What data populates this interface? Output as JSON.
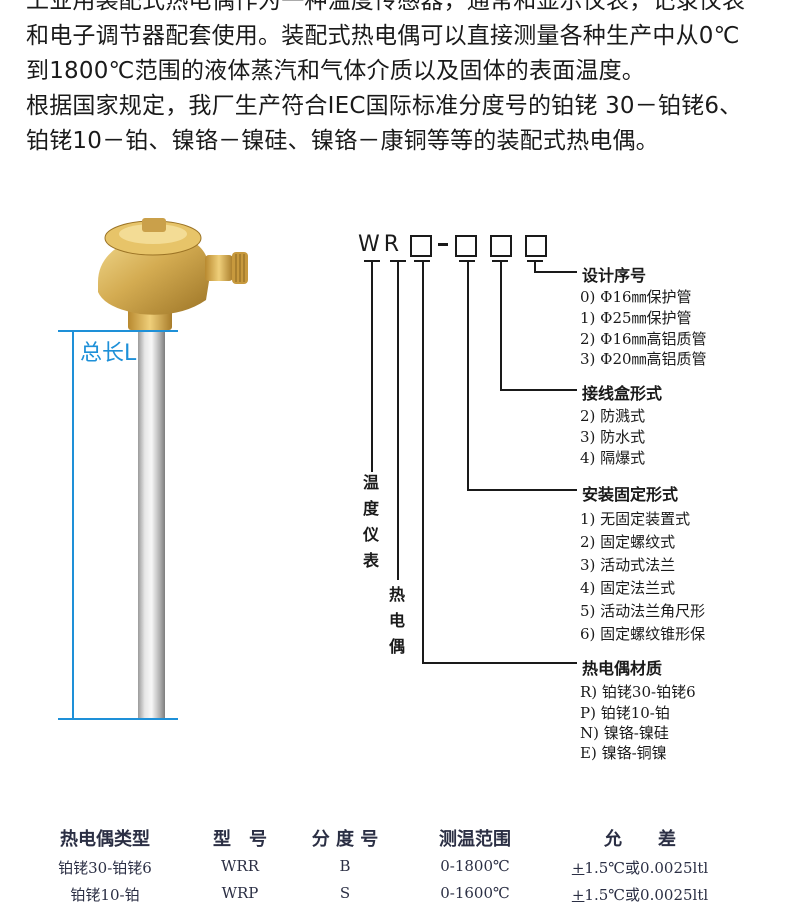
{
  "intro": {
    "line1": "工业用装配式热电偶作为一种温度传感器，通常和显示仪表，记录仪表",
    "line2": "和电子调节器配套使用。装配式热电偶可以直接测量各种生产中从0℃",
    "line3": "到1800℃范围的液体蒸汽和气体介质以及固体的表面温度。",
    "line4": "根据国家规定，我厂生产符合IEC国际标准分度号的铂铑 30－铂铑6、",
    "line5": "铂铑10－铂、镍铬－镍硅、镍铬－康铜等等的装配式热电偶。"
  },
  "diagram": {
    "length_label": "总长L",
    "code_prefix": "WR",
    "labels": {
      "instrument": [
        "温",
        "度",
        "仪",
        "表"
      ],
      "thermocouple": [
        "热",
        "电",
        "偶"
      ]
    },
    "sections": {
      "design": {
        "title": "设计序号",
        "items": [
          "0) Φ16㎜保护管",
          "1) Φ25㎜保护管",
          "2) Φ16㎜高铝质管",
          "3) Φ20㎜高铝质管"
        ]
      },
      "junction": {
        "title": "接线盒形式",
        "items": [
          "2) 防溅式",
          "3) 防水式",
          "4) 隔爆式"
        ]
      },
      "mounting": {
        "title": "安装固定形式",
        "items": [
          "1) 无固定装置式",
          "2) 固定螺纹式",
          "3) 活动式法兰",
          "4) 固定法兰式",
          "5) 活动法兰角尺形",
          "6) 固定螺纹锥形保"
        ]
      },
      "material": {
        "title": "热电偶材质",
        "items": [
          "R) 铂铑30-铂铑6",
          "P) 铂铑10-铂",
          "N) 镍铬-镍硅",
          "E) 镍铬-铜镍"
        ]
      }
    }
  },
  "table": {
    "headers": [
      "热电偶类型",
      "型　号",
      "分 度 号",
      "测温范围",
      "允　　差"
    ],
    "rows": [
      {
        "type": "铂铑30-铂铑6",
        "model": "WRR",
        "graduation": "B",
        "range": "0-1800℃",
        "tol_sign": "+",
        "tol_rest": "1.5℃或0.0025ltl"
      },
      {
        "type": "铂铑10-铂",
        "model": "WRP",
        "graduation": "S",
        "range": "0-1600℃",
        "tol_sign": "+",
        "tol_rest": "1.5℃或0.0025ltl"
      }
    ]
  },
  "colors": {
    "accent_blue": "#1e90d8",
    "brass": "#c9a24a",
    "text_dark": "#1a1a1a"
  }
}
